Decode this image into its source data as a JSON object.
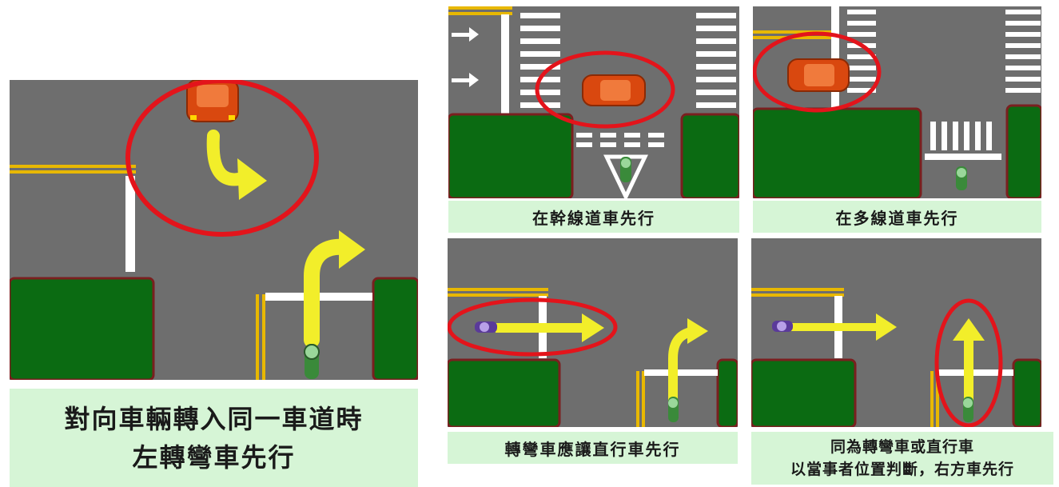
{
  "panels": {
    "main": {
      "caption_line1": "對向車輛轉入同一車道時",
      "caption_line2": "左轉彎車先行"
    },
    "top_left": {
      "caption": "在幹線道車先行"
    },
    "top_right": {
      "caption": "在多線道車先行"
    },
    "bottom_left": {
      "caption": "轉彎車應讓直行車先行"
    },
    "bottom_right": {
      "caption_line1": "同為轉彎車或直行車",
      "caption_line2": "以當事者位置判斷，右方車先行"
    }
  },
  "colors": {
    "road": "#6e6e6e",
    "grass": "#0b6b12",
    "curb": "#7a1f1f",
    "arrow": "#f2ee2a",
    "highlight_ring": "#e3141b",
    "caption_bg": "#d6f5d6",
    "car": "#d9480f"
  }
}
